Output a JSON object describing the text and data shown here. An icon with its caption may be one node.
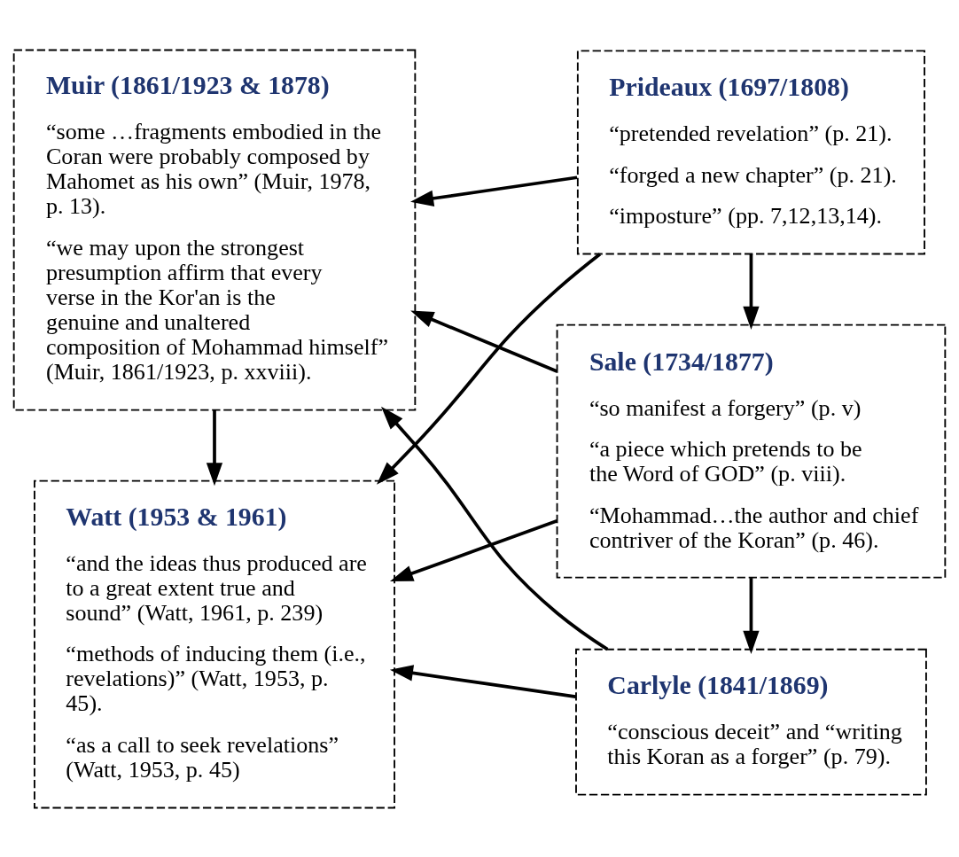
{
  "diagram": {
    "nodes": [
      {
        "text": [
          "Watt (1953 & 1961)",
          "“and the ideas thus produced are to a great extent true and sound” (Watt, 1961, p. 239)",
          "“methods of inducing them (i.e., revelations)” (Watt, 1953, p. 45).",
          "“as a call to seek revelations” (Watt, 1953, p. 45)"
        ]
      },
      {
        "text": [
          "Prideaux (1697/1808)",
          "“pretended revelation” (p. 21).",
          "“forged a new chapter” (p. 21).",
          "“imposture” (pp. 7,12,13,14)."
        ]
      },
      {
        "text": [
          "Sale (1734/1877)",
          "“so manifest a forgery” (p. v)",
          "“a piece which pretends to be the Word of GOD” (p. viii).",
          "“Mohammad…the author and chief contriver of the Koran” (p. 46)."
        ]
      },
      {
        "text": [
          "Muir (1861/1923 & 1878)",
          "“some …fragments embodied in the Coran were probably composed by Mahomet as his own” (Muir, 1978, p. 13).",
          "“we may upon the strongest presumption affirm that every verse in the Kor'an is the genuine and unaltered composition of Mohammad himself” (Muir, 1861/1923, p. xxviii)."
        ]
      },
      {
        "text": [
          "Carlyle (1841/1869)",
          "“conscious deceit” and “writing this Koran as a forger” (p. 79)."
        ]
      }
    ],
    "edges": [
      {
        "from": 1,
        "to": 0,
        "arrow": "to"
      },
      {
        "from": 1,
        "to": 3,
        "arrow": "to"
      },
      {
        "from": 2,
        "to": 0,
        "arrow": "to"
      },
      {
        "from": 2,
        "to": 3,
        "arrow": "to"
      },
      {
        "from": 4,
        "to": 0,
        "arrow": "to"
      },
      {
        "from": 4,
        "to": 3,
        "arrow": "to"
      },
      {
        "from": 1,
        "to": 2,
        "arrow": "to"
      },
      {
        "from": 2,
        "to": 4,
        "arrow": "to"
      },
      {
        "from": 3,
        "to": 0,
        "arrow": "to"
      }
    ]
  }
}
